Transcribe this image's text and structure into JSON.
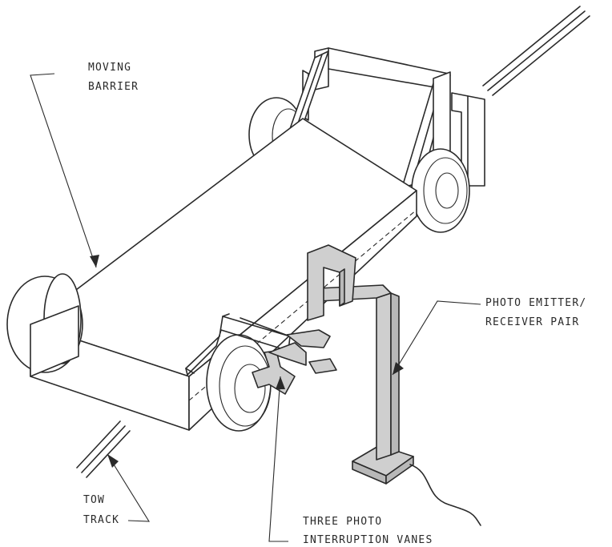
{
  "labels": {
    "moving_barrier_line1": "MOVING",
    "moving_barrier_line2": "BARRIER",
    "photo_pair_line1": "PHOTO EMITTER/",
    "photo_pair_line2": "RECEIVER PAIR",
    "tow_track_line1": "TOW",
    "tow_track_line2": "TRACK",
    "vanes_line1": "THREE PHOTO",
    "vanes_line2": "INTERRUPTION VANES"
  },
  "colors": {
    "ink": "#2a2a2a",
    "shading": "#cfcfcf",
    "background": "#ffffff"
  }
}
